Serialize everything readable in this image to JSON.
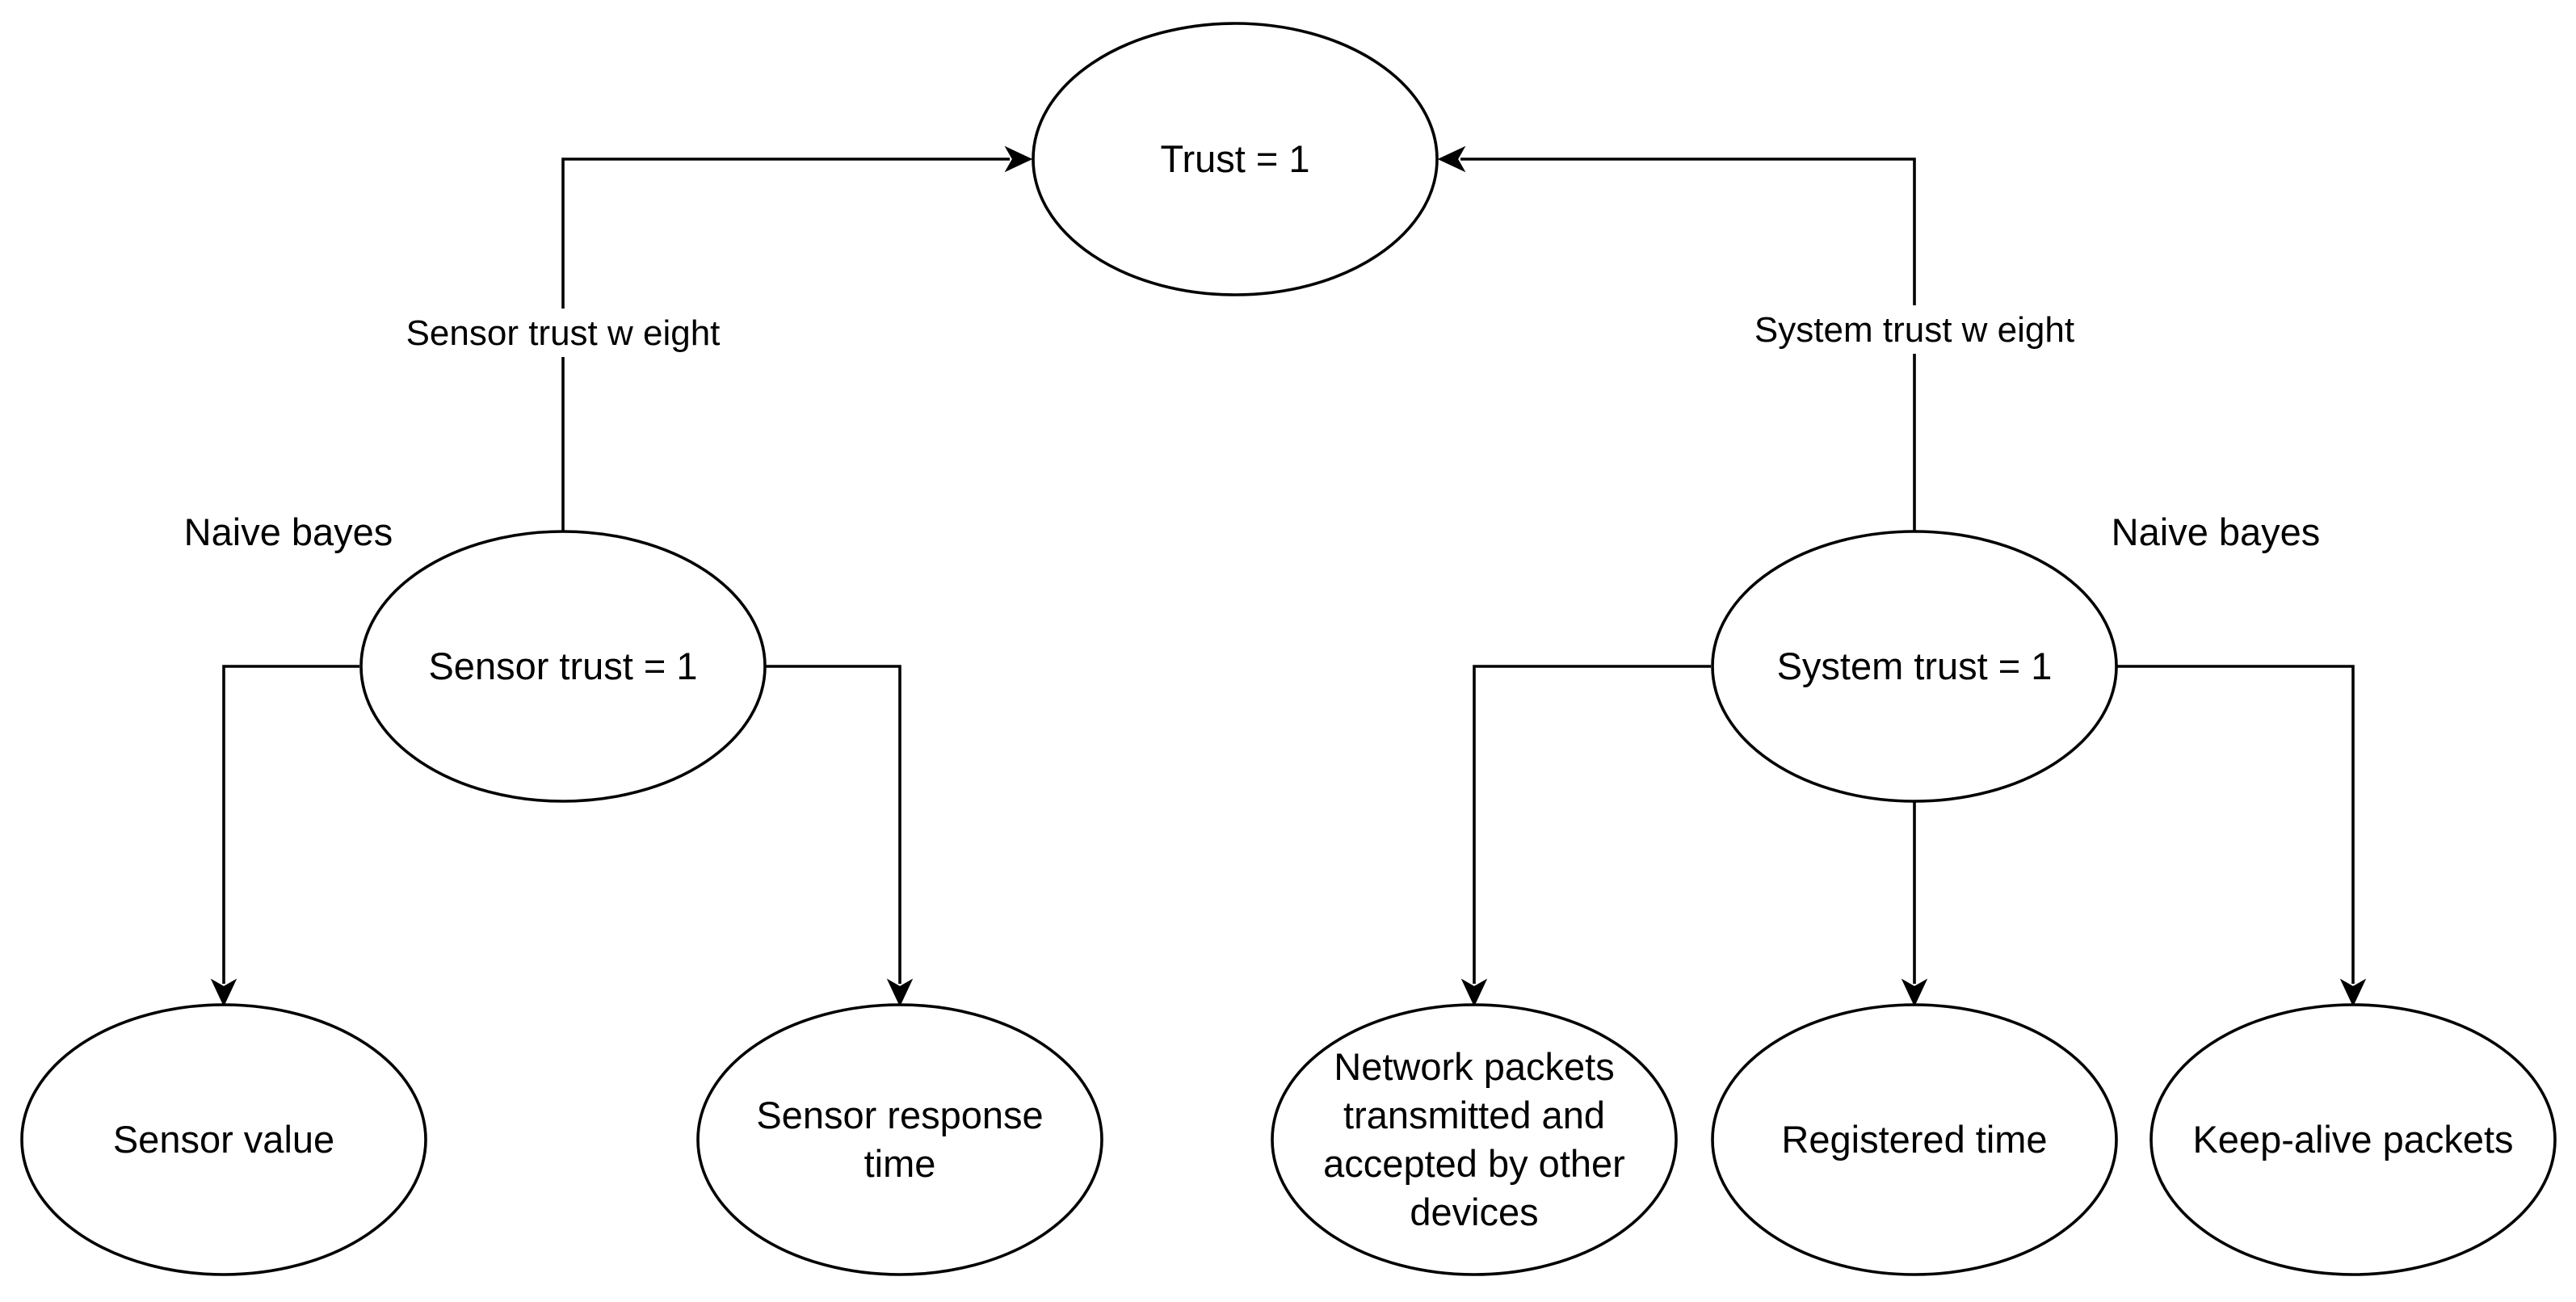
{
  "diagram": {
    "nodes": {
      "trust": {
        "label": [
          "Trust = 1"
        ]
      },
      "sensor_trust": {
        "label": [
          "Sensor trust = 1"
        ]
      },
      "system_trust": {
        "label": [
          "System trust = 1"
        ]
      },
      "sensor_value": {
        "label": [
          "Sensor value"
        ]
      },
      "sensor_response_time": {
        "label": [
          "Sensor response",
          "time"
        ]
      },
      "network_packets": {
        "label": [
          "Network packets",
          "transmitted and",
          "accepted by other",
          "devices"
        ]
      },
      "registered_time": {
        "label": [
          "Registered time"
        ]
      },
      "keep_alive_packets": {
        "label": [
          "Keep-alive packets"
        ]
      }
    },
    "edges": {
      "sensor_to_trust": {
        "from": "Sensor trust = 1",
        "to": "Trust = 1",
        "label": "Sensor trust w eight"
      },
      "system_to_trust": {
        "from": "System trust = 1",
        "to": "Trust = 1",
        "label": "System trust w eight"
      },
      "sensor_to_value": {
        "from": "Sensor trust = 1",
        "to": "Sensor value"
      },
      "sensor_to_response": {
        "from": "Sensor trust = 1",
        "to": "Sensor response time"
      },
      "system_to_network": {
        "from": "System trust = 1",
        "to": "Network packets transmitted and accepted by other devices"
      },
      "system_to_registered": {
        "from": "System trust = 1",
        "to": "Registered time"
      },
      "system_to_keepalive": {
        "from": "System trust = 1",
        "to": "Keep-alive packets"
      }
    },
    "annotations": {
      "left_method": "Naive bayes",
      "right_method": "Naive bayes"
    }
  }
}
